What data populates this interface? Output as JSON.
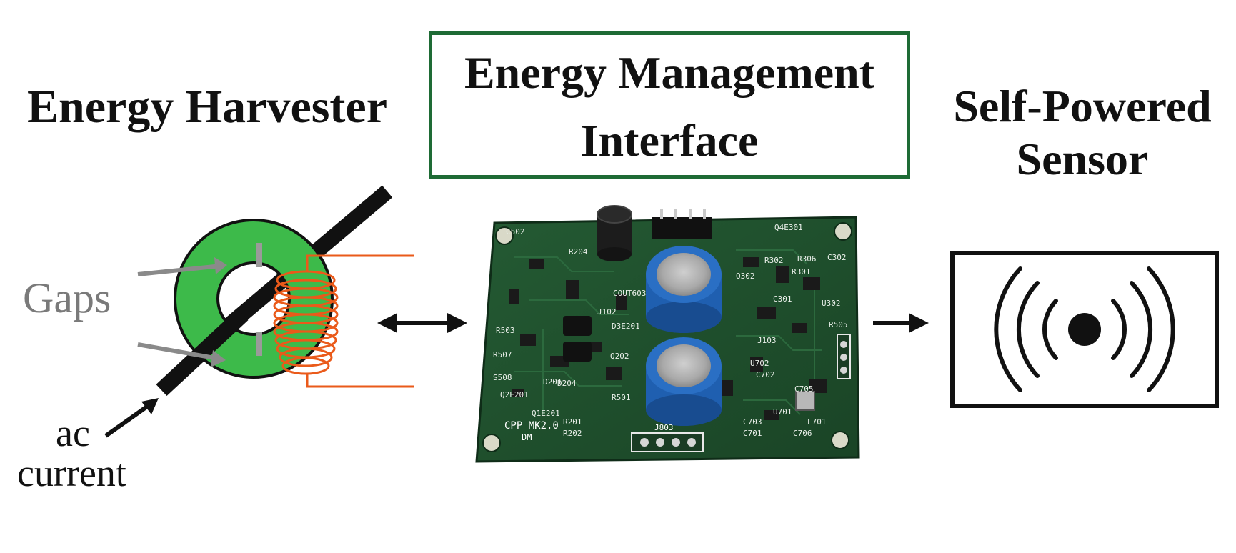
{
  "headers": {
    "harvester": "Energy Harvester",
    "emi_line1": "Energy Management",
    "emi_line2": "Interface",
    "sensor_line1": "Self-Powered",
    "sensor_line2": "Sensor"
  },
  "labels": {
    "gaps": "Gaps",
    "ac": "ac",
    "current": "current"
  },
  "pcb": {
    "silkscreen": [
      "C502",
      "R204",
      "COUT603",
      "Q4E301",
      "R302",
      "R306",
      "C302",
      "R301",
      "U302",
      "Q302",
      "C301",
      "R201",
      "R202",
      "Q1E201",
      "Q2E201",
      "D201",
      "J102",
      "D3E201",
      "Q202",
      "R501",
      "C703",
      "C701",
      "U702",
      "C702",
      "L701",
      "J103",
      "U701",
      "R505",
      "R507",
      "S508",
      "D204",
      "C706",
      "C705",
      "R503"
    ],
    "board_text": "CPP MK2.0",
    "board_text_2": "DM",
    "jumper_label": "J803"
  },
  "colors": {
    "toroid": "#3dba4a",
    "coil": "#ea5a1a",
    "gap_arrow": "#8a8a8a",
    "emi_border": "#1e6b35",
    "pcb": "#1f4f2c",
    "capacitor": "#1f5fb0"
  },
  "icons": {
    "sensor": "wireless-broadcast-icon",
    "bidirectional": "double-arrow-icon",
    "flow": "right-arrow-icon"
  }
}
